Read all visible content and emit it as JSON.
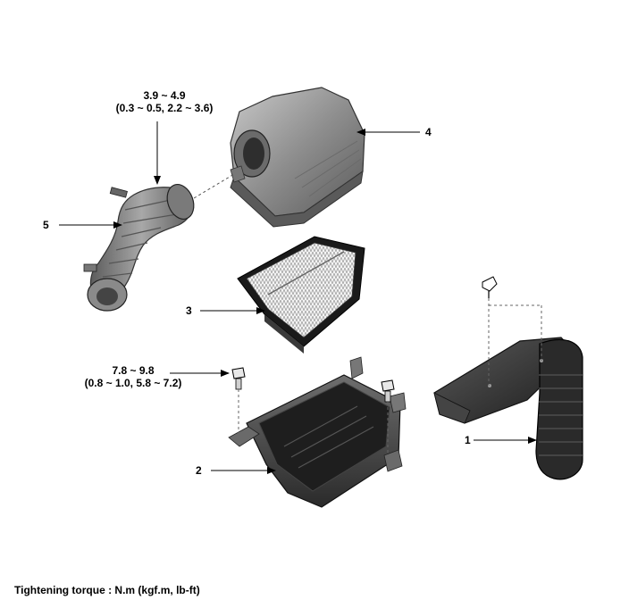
{
  "torque_specs": [
    {
      "value": "3.9 ~ 4.9",
      "conversion": "(0.3 ~ 0.5, 2.2 ~ 3.6)"
    },
    {
      "value": "7.8 ~ 9.8",
      "conversion": "(0.8 ~ 1.0, 5.8 ~ 7.2)"
    }
  ],
  "callouts": [
    "1",
    "2",
    "3",
    "4",
    "5"
  ],
  "footer": {
    "note": "Tightening torque : N.m (kgf.m, lb-ft)"
  }
}
